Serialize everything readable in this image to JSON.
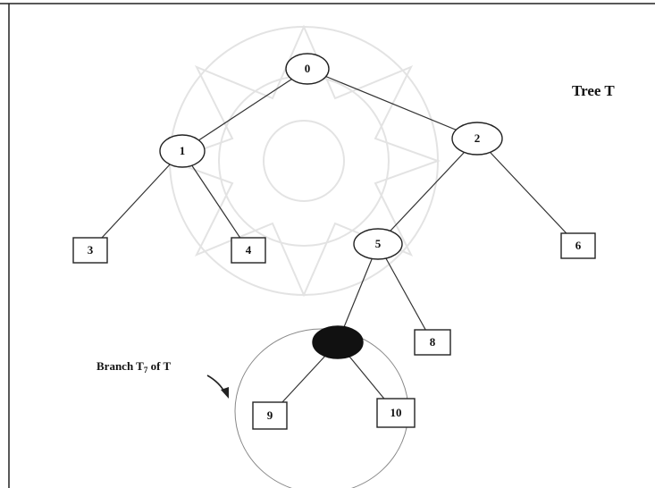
{
  "title": "Tree T",
  "branch_label": "Branch T",
  "branch_subscript": "7",
  "branch_suffix": " of T",
  "nodes": [
    {
      "id": "0",
      "label": "0",
      "shape": "circle"
    },
    {
      "id": "1",
      "label": "1",
      "shape": "circle"
    },
    {
      "id": "2",
      "label": "2",
      "shape": "circle"
    },
    {
      "id": "3",
      "label": "3",
      "shape": "square"
    },
    {
      "id": "4",
      "label": "4",
      "shape": "square"
    },
    {
      "id": "5",
      "label": "5",
      "shape": "circle"
    },
    {
      "id": "6",
      "label": "6",
      "shape": "square"
    },
    {
      "id": "7",
      "label": "",
      "shape": "filled-circle"
    },
    {
      "id": "8",
      "label": "8",
      "shape": "square"
    },
    {
      "id": "9",
      "label": "9",
      "shape": "square"
    },
    {
      "id": "10",
      "label": "10",
      "shape": "square"
    }
  ],
  "edges": [
    [
      "0",
      "1"
    ],
    [
      "0",
      "2"
    ],
    [
      "1",
      "3"
    ],
    [
      "1",
      "4"
    ],
    [
      "2",
      "5"
    ],
    [
      "2",
      "6"
    ],
    [
      "5",
      "7"
    ],
    [
      "5",
      "8"
    ],
    [
      "7",
      "9"
    ],
    [
      "7",
      "10"
    ]
  ],
  "colors": {
    "line": "#333333",
    "filled_node": "#111111",
    "branch_circle": "#888888"
  }
}
